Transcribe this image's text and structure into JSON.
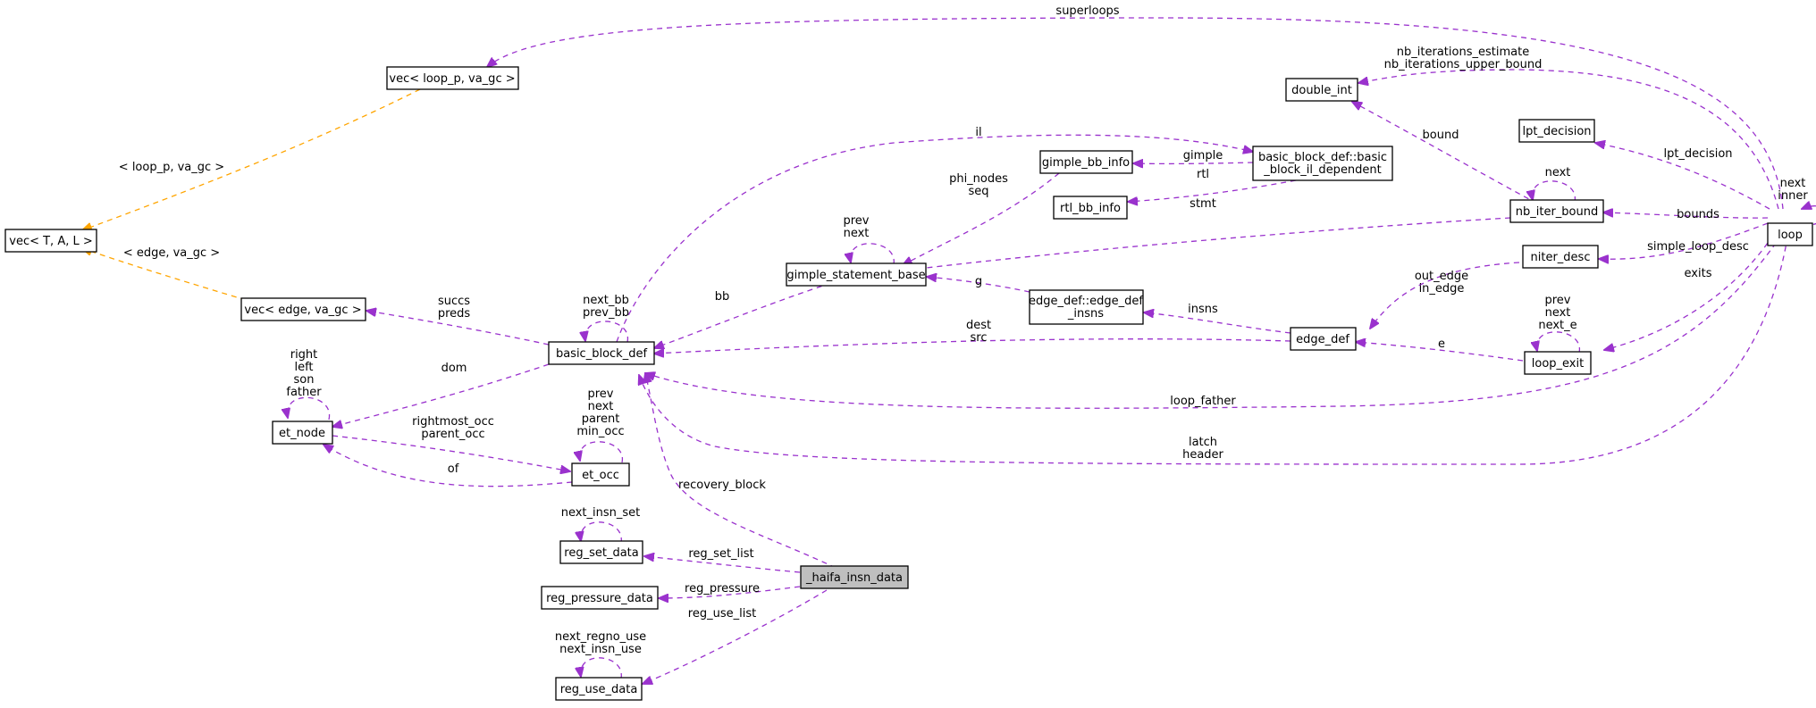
{
  "nodes": {
    "haifa_insn_data": "_haifa_insn_data",
    "basic_block_def": "basic_block_def",
    "reg_set_data": "reg_set_data",
    "reg_pressure_data": "reg_pressure_data",
    "reg_use_data": "reg_use_data",
    "vec_edge": "vec< edge, va_gc >",
    "et_node": "et_node",
    "et_occ": "et_occ",
    "vec_T": "vec< T, A, L >",
    "vec_loop": "vec< loop_p, va_gc >",
    "gimple_statement_base": "gimple_statement_base",
    "gimple_bb_info": "gimple_bb_info",
    "il_dependent_line1": "basic_block_def::basic",
    "il_dependent_line2": "_block_il_dependent",
    "rtl_bb_info": "rtl_bb_info",
    "edge_def_insns_line1": "edge_def::edge_def",
    "edge_def_insns_line2": "_insns",
    "edge_def": "edge_def",
    "double_int": "double_int",
    "lpt_decision": "lpt_decision",
    "nb_iter_bound": "nb_iter_bound",
    "niter_desc": "niter_desc",
    "loop_exit": "loop_exit",
    "loop": "loop"
  },
  "edge_labels": {
    "recovery_block": "recovery_block",
    "reg_set_list": "reg_set_list",
    "reg_pressure": "reg_pressure",
    "reg_use_list": "reg_use_list",
    "next_insn_set": "next_insn_set",
    "next_regno_use": "next_regno_use",
    "next_insn_use": "next_insn_use",
    "succs": "succs",
    "preds": "preds",
    "next_bb": "next_bb",
    "prev_bb": "prev_bb",
    "dom": "dom",
    "il": "il",
    "bb": "bb",
    "dest": "dest",
    "src": "src",
    "loop_father": "loop_father",
    "latch": "latch",
    "header": "header",
    "right": "right",
    "left": "left",
    "son": "son",
    "father": "father",
    "rightmost_occ": "rightmost_occ",
    "parent_occ": "parent_occ",
    "of": "of",
    "occ_prev": "prev",
    "occ_next": "next",
    "occ_parent": "parent",
    "occ_min_occ": "min_occ",
    "tmpl_loop": "< loop_p, va_gc >",
    "tmpl_edge": "< edge, va_gc >",
    "superloops": "superloops",
    "phi_nodes": "phi_nodes",
    "seq": "seq",
    "gsb_prev": "prev",
    "gsb_next": "next",
    "gimple": "gimple",
    "rtl": "rtl",
    "g": "g",
    "stmt": "stmt",
    "insns": "insns",
    "out_edge": "out_edge",
    "in_edge": "in_edge",
    "e": "e",
    "exit_prev": "prev",
    "exit_next": "next",
    "exit_next_e": "next_e",
    "exits": "exits",
    "nb_iterations_estimate": "nb_iterations_estimate",
    "nb_iterations_upper_bound": "nb_iterations_upper_bound",
    "bound": "bound",
    "nib_next": "next",
    "bounds": "bounds",
    "lpt_decision": "lpt_decision",
    "simple_loop_desc": "simple_loop_desc",
    "loop_next": "next",
    "loop_inner": "inner"
  },
  "colors": {
    "member_edge": "#9a32cd",
    "template_edge": "#ffa500",
    "focus_fill": "#bfbfbf"
  }
}
